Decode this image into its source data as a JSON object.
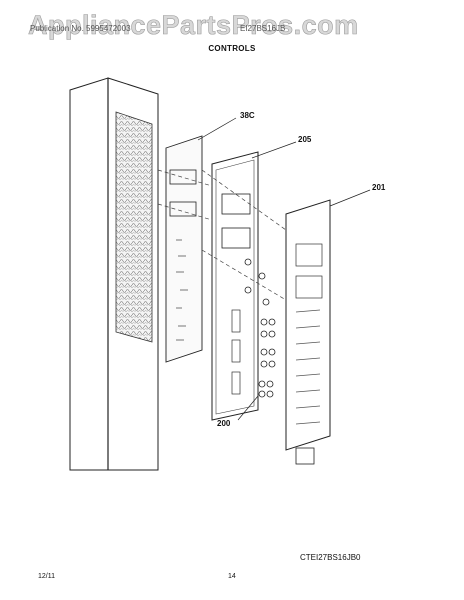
{
  "watermark": "AppliancePartsPros.com",
  "header": {
    "publication": "Publication No. 5995472003",
    "model": "EI27BS16JB"
  },
  "section_title": "CONTROLS",
  "callouts": [
    {
      "id": "38c",
      "label": "38C"
    },
    {
      "id": "205",
      "label": "205"
    },
    {
      "id": "201",
      "label": "201"
    },
    {
      "id": "200",
      "label": "200"
    }
  ],
  "model_code": "CTEI27BS16JB0",
  "footer": {
    "date": "12/11",
    "page": "14"
  }
}
